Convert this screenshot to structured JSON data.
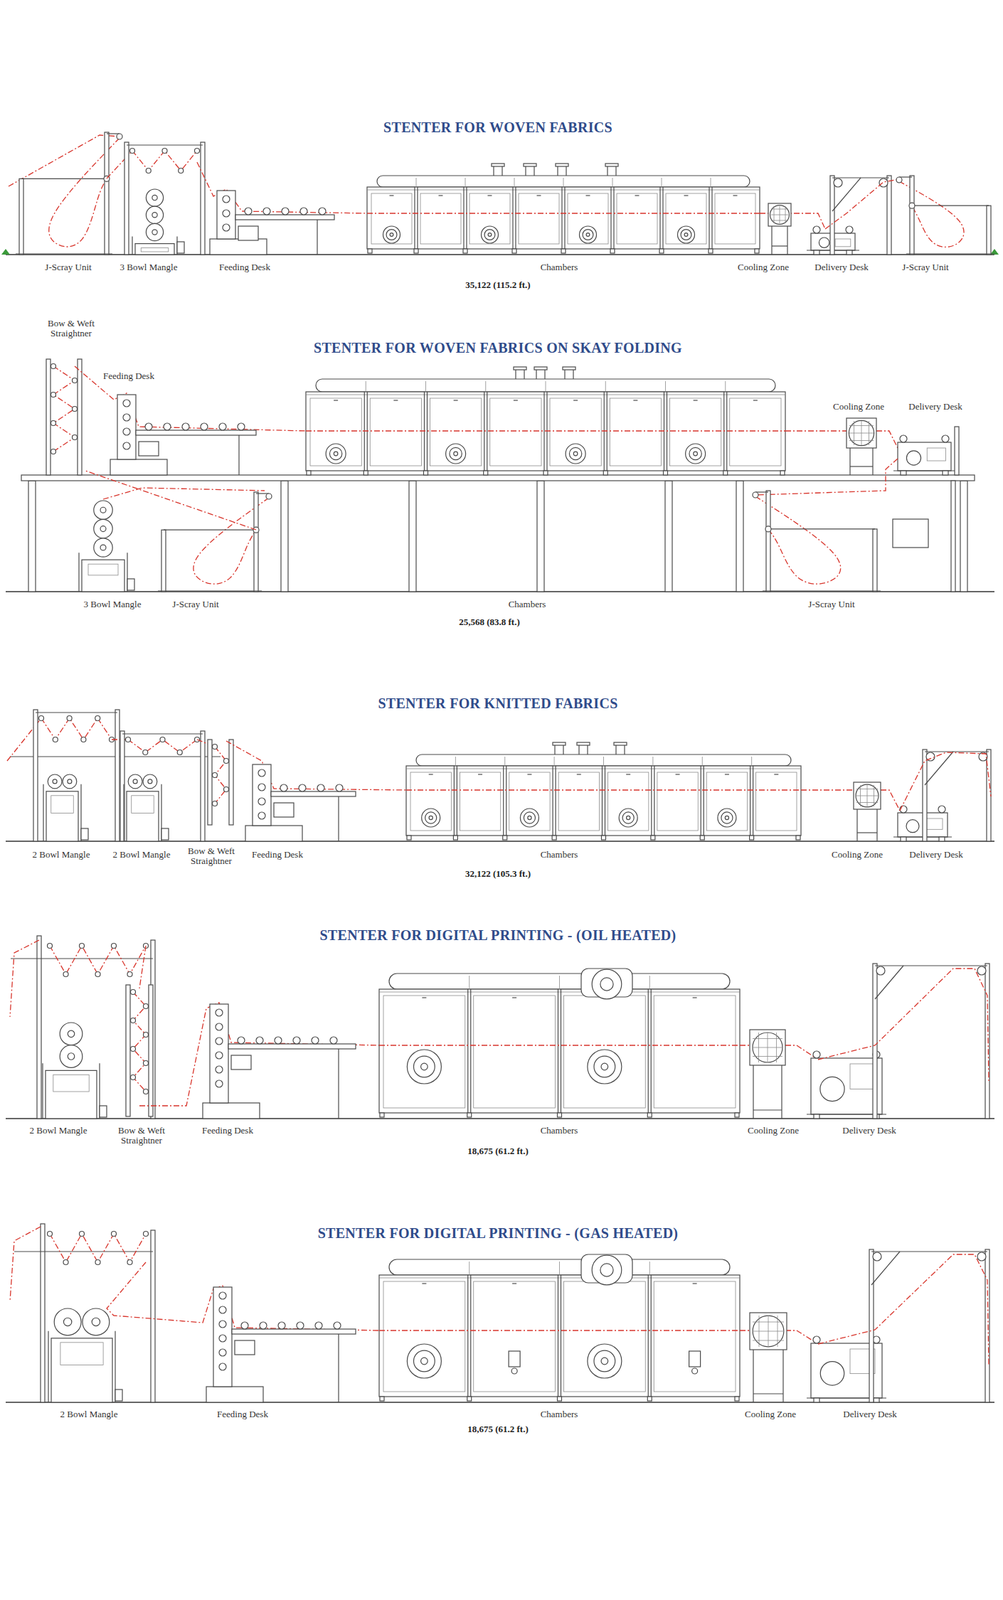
{
  "diagram": {
    "labels": [
      "STENTER FOR WOVEN FABRICS",
      "J-Scray Unit",
      "3 Bowl Mangle",
      "Feeding Desk",
      "Chambers",
      "Cooling Zone",
      "Delivery Desk",
      "J-Scray Unit",
      "35,122 (115.2 ft.)",
      "Bow & Weft Straightner",
      "STENTER FOR WOVEN FABRICS ON SKAY FOLDING",
      "Feeding Desk",
      "Cooling Zone",
      "Delivery Desk",
      "3 Bowl Mangle",
      "J-Scray Unit",
      "Chambers",
      "J-Scray Unit",
      "25,568 (83.8 ft.)",
      "STENTER FOR KNITTED FABRICS",
      "2 Bowl Mangle",
      "2 Bowl Mangle",
      "Bow & Weft Straightner",
      "Feeding Desk",
      "Chambers",
      "Cooling Zone",
      "Delivery Desk",
      "32,122 (105.3 ft.)",
      "STENTER FOR DIGITAL PRINTING - (OIL HEATED)",
      "2 Bowl Mangle",
      "Bow & Weft Straightner",
      "Feeding Desk",
      "Chambers",
      "Cooling Zone",
      "Delivery Desk",
      "18,675 (61.2 ft.)",
      "STENTER FOR DIGITAL PRINTING - (GAS HEATED)",
      "2 Bowl Mangle",
      "Feeding Desk",
      "Chambers",
      "Cooling Zone",
      "Delivery Desk",
      "18,675 (61.2 ft.)"
    ]
  }
}
